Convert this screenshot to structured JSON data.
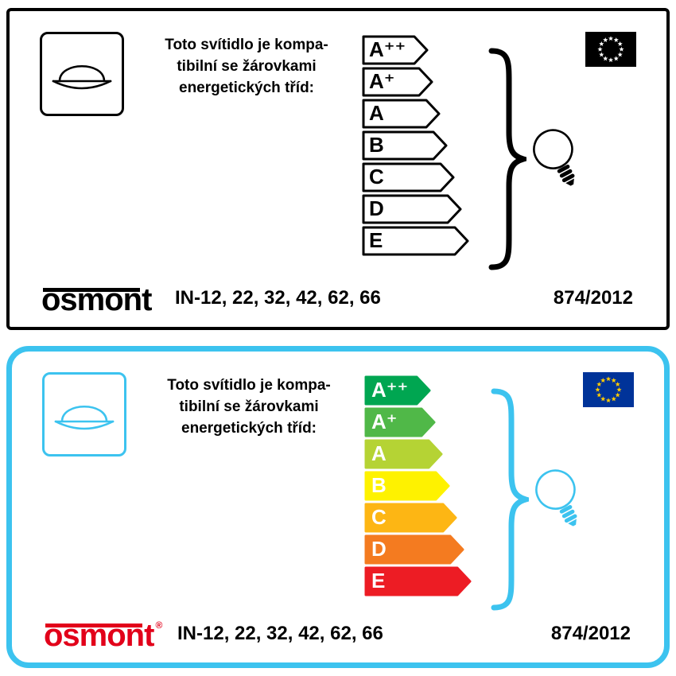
{
  "panels": [
    {
      "variant": "monochrome",
      "accent": "#000000",
      "compat_text": {
        "line1": "Toto svítidlo je kompa-",
        "line2": "tibilní se žárovkami",
        "line3": "energetických tříd:"
      },
      "energy_classes": [
        {
          "label": "A⁺⁺",
          "fill": "#ffffff",
          "stroke": "#000000"
        },
        {
          "label": "A⁺",
          "fill": "#ffffff",
          "stroke": "#000000"
        },
        {
          "label": "A",
          "fill": "#ffffff",
          "stroke": "#000000"
        },
        {
          "label": "B",
          "fill": "#ffffff",
          "stroke": "#000000"
        },
        {
          "label": "C",
          "fill": "#ffffff",
          "stroke": "#000000"
        },
        {
          "label": "D",
          "fill": "#ffffff",
          "stroke": "#000000"
        },
        {
          "label": "E",
          "fill": "#ffffff",
          "stroke": "#000000"
        }
      ],
      "class_label_color": "#000000",
      "eu_flag": {
        "background": "#000000",
        "star_color": "#ffffff"
      },
      "logo": {
        "text": "osmont",
        "color": "#000000",
        "mark": ""
      },
      "models": "IN-12, 22, 32, 42, 62, 66",
      "regulation": "874/2012"
    },
    {
      "variant": "color",
      "accent": "#3cc3ef",
      "compat_text": {
        "line1": "Toto svítidlo je kompa-",
        "line2": "tibilní se žárovkami",
        "line3": "energetických tříd:"
      },
      "energy_classes": [
        {
          "label": "A⁺⁺",
          "fill": "#00a651",
          "stroke": "#00a651"
        },
        {
          "label": "A⁺",
          "fill": "#50b848",
          "stroke": "#50b848"
        },
        {
          "label": "A",
          "fill": "#b5d334",
          "stroke": "#b5d334"
        },
        {
          "label": "B",
          "fill": "#fef200",
          "stroke": "#fef200"
        },
        {
          "label": "C",
          "fill": "#fdb614",
          "stroke": "#fdb614"
        },
        {
          "label": "D",
          "fill": "#f47b20",
          "stroke": "#f47b20"
        },
        {
          "label": "E",
          "fill": "#ed1c24",
          "stroke": "#ed1c24"
        }
      ],
      "class_label_color": "#ffffff",
      "eu_flag": {
        "background": "#003399",
        "star_color": "#ffcc00"
      },
      "logo": {
        "text": "osmont",
        "color": "#e2001a",
        "mark": "®"
      },
      "models": "IN-12, 22, 32, 42, 62, 66",
      "regulation": "874/2012"
    }
  ]
}
